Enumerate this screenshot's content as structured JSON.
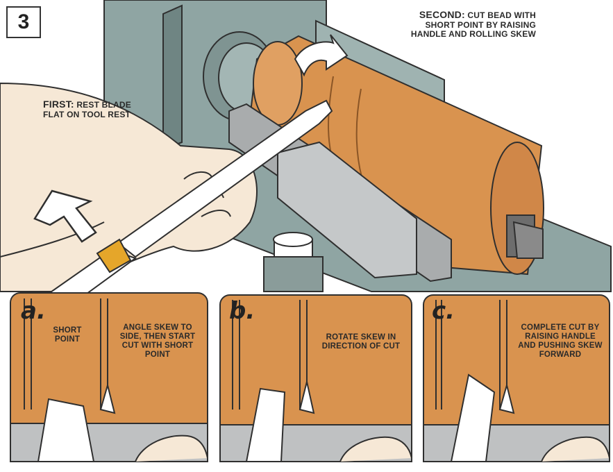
{
  "step_number": "3",
  "callouts": {
    "first_heading": "FIRST:",
    "first_text": "REST BLADE FLAT ON TOOL REST",
    "second_heading": "SECOND:",
    "second_text": "CUT BEAD WITH SHORT POINT BY RAISING HANDLE AND ROLLING SKEW"
  },
  "panels": [
    {
      "letter": "a.",
      "pointer_label": "SHORT POINT",
      "text": "ANGLE SKEW TO SIDE, THEN START CUT WITH SHORT POINT"
    },
    {
      "letter": "b.",
      "text": "ROTATE SKEW IN DIRECTION OF CUT"
    },
    {
      "letter": "c.",
      "text": "COMPLETE CUT BY RAISING HANDLE AND PUSHING SKEW FORWARD"
    }
  ],
  "colors": {
    "wood": "#d9934f",
    "wood_dark": "#b8733a",
    "metal_blue": "#8fa5a3",
    "metal_dark": "#5f7472",
    "tool_rest": "#a9acad",
    "skin": "#f6e8d6",
    "ferrule": "#e5a62a",
    "outline": "#2f2f2f"
  }
}
